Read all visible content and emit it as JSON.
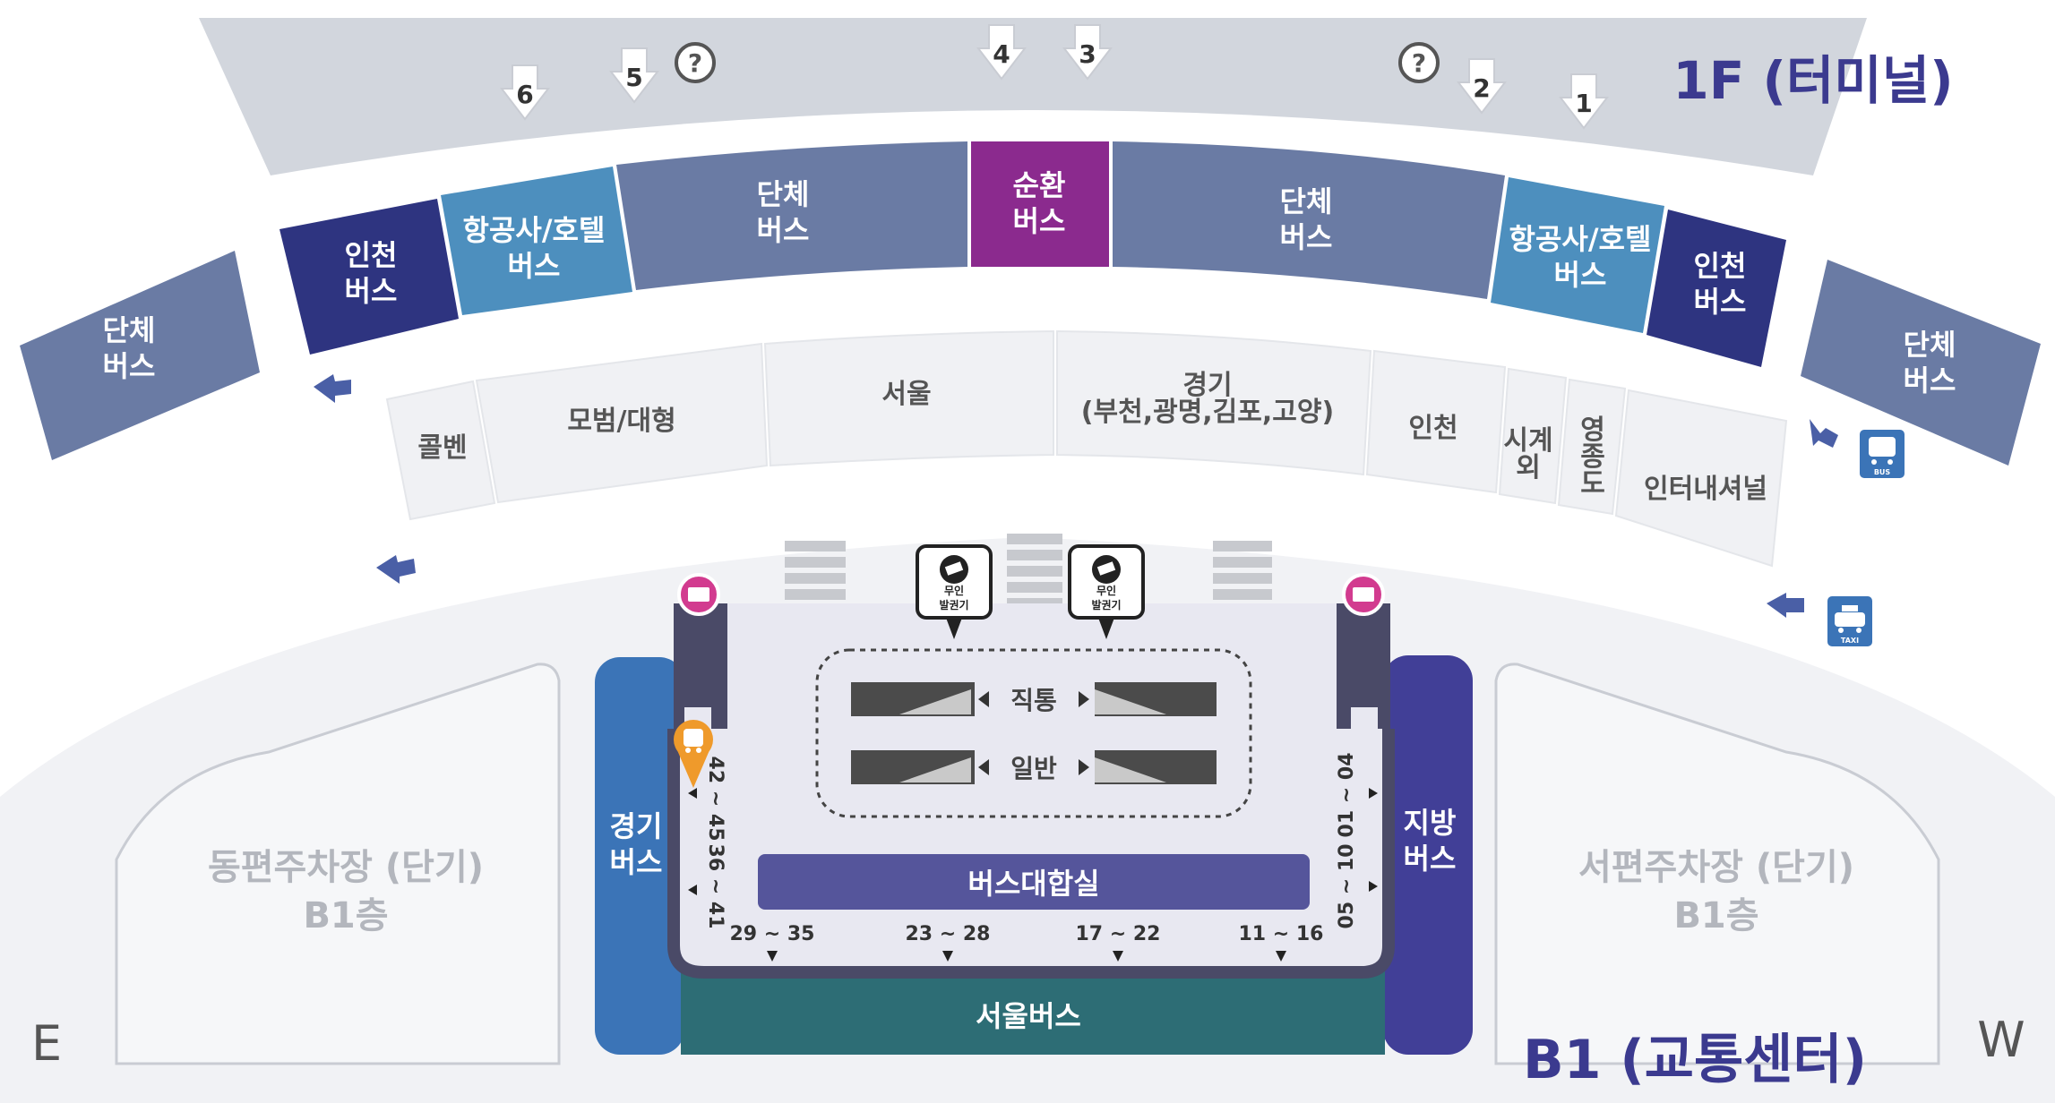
{
  "floor_1f": "1F (터미널)",
  "floor_b1": "B1 (교통센터)",
  "direction_east": "E",
  "direction_west": "W",
  "gates": {
    "g6": "6",
    "g5": "5",
    "g4": "4",
    "g3": "3",
    "g2": "2",
    "g1": "1",
    "info_symbol": "?"
  },
  "zones_1f": {
    "incheon_left": [
      "인천",
      "버스"
    ],
    "airline_left": [
      "항공사/호텔",
      "버스"
    ],
    "group_center_left": [
      "단체",
      "버스"
    ],
    "shuttle": [
      "순환",
      "버스"
    ],
    "group_center_right": [
      "단체",
      "버스"
    ],
    "airline_right": [
      "항공사/호텔",
      "버스"
    ],
    "incheon_right": [
      "인천",
      "버스"
    ],
    "group_far_left": [
      "단체",
      "버스"
    ],
    "group_far_right": [
      "단체",
      "버스"
    ]
  },
  "ticket_zones": {
    "callvan": "콜벤",
    "deluxe": "모범/대형",
    "seoul": "서울",
    "gyeonggi": [
      "경기",
      "(부천,광명,김포,고양)"
    ],
    "incheon": "인천",
    "outside": [
      "시계",
      "외"
    ],
    "yeongjong": [
      "영",
      "종",
      "도"
    ],
    "international": "인터내셔널"
  },
  "icons": {
    "bus_badge": "BUS",
    "taxi_badge": "TAXI",
    "kiosk": [
      "무인",
      "발권기"
    ]
  },
  "b1": {
    "direct": "직통",
    "general": "일반",
    "waiting_room": "버스대합실",
    "seoul_bus": "서울버스",
    "gyeonggi_bus": [
      "경기",
      "버스"
    ],
    "regional_bus": [
      "지방",
      "버스"
    ],
    "platforms_bottom": [
      "29 ~ 35",
      "23 ~ 28",
      "17 ~ 22",
      "11 ~ 16"
    ],
    "platforms_left": [
      "42 ~ 45",
      "36 ~ 41"
    ],
    "platforms_right": [
      "01 ~ 04",
      "05 ~ 10"
    ],
    "east_parking": [
      "동편주차장 (단기)",
      "B1층"
    ],
    "west_parking": [
      "서편주차장 (단기)",
      "B1층"
    ]
  },
  "colors": {
    "terminal_band": "#d4d8df",
    "group_bus": "#6a7ba4",
    "incheon_bus": "#2e3480",
    "airline_bus": "#4d8fbe",
    "shuttle_bus": "#8b2a8e",
    "gyeonggi_bus": "#3b74b7",
    "regional_bus": "#413f97",
    "seoul_bus": "#2d6d75",
    "waiting_room": "#55559b",
    "label_blue": "#3b3a8f"
  }
}
